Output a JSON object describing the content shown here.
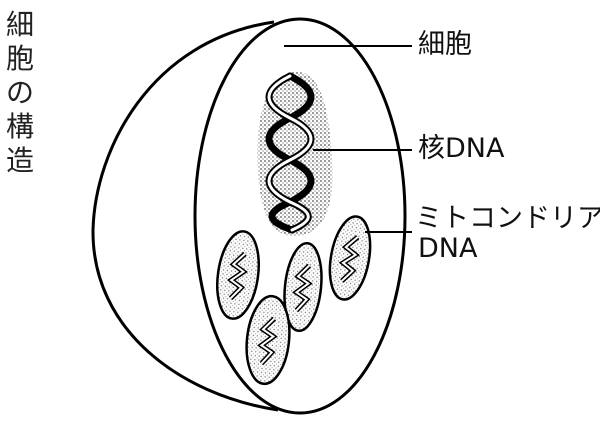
{
  "title": "細胞の構造",
  "labels": {
    "cell": "細胞",
    "nuclear_dna": "核DNA",
    "mito_dna_line1": "ミトコンドリア",
    "mito_dna_line2": "DNA"
  }
}
